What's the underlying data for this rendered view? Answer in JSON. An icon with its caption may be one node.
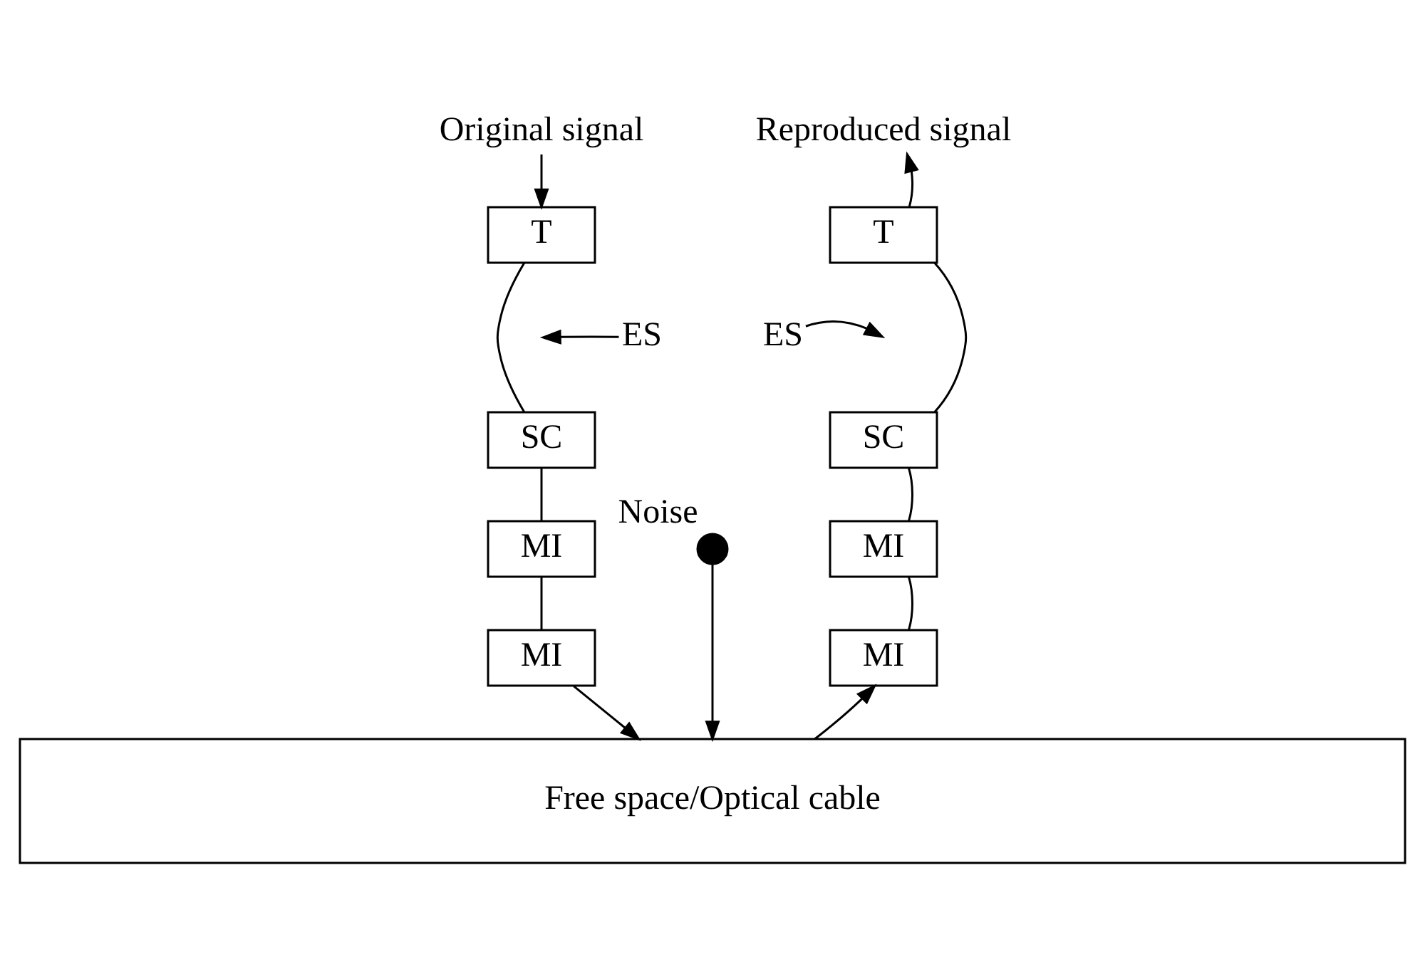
{
  "diagram": {
    "nodes": [
      {
        "text": [
          "Original signal"
        ]
      },
      {
        "text": [
          "T"
        ]
      },
      {
        "text": [
          "ES"
        ]
      },
      {
        "text": [
          "SC"
        ]
      },
      {
        "text": [
          "MI"
        ]
      },
      {
        "text": [
          "MI"
        ]
      },
      {
        "text": [
          "Free space/Optical cable"
        ]
      },
      {
        "text": [],
        "shape": "circle",
        "beside": [
          "Noise"
        ]
      },
      {
        "text": [
          "Reproduced signal"
        ]
      },
      {
        "text": [
          "T"
        ]
      },
      {
        "text": [
          "ES"
        ]
      },
      {
        "text": [
          "SC"
        ]
      },
      {
        "text": [
          "MI"
        ]
      },
      {
        "text": [
          "MI"
        ]
      }
    ],
    "edges": [
      {
        "from": 0,
        "to": 1,
        "arrow": "to"
      },
      {
        "from": 1,
        "to": 3,
        "arrow": "none"
      },
      {
        "from": 2,
        "to": null,
        "arrow": "to"
      },
      {
        "from": 3,
        "to": 4,
        "arrow": "none"
      },
      {
        "from": 4,
        "to": 5,
        "arrow": "none"
      },
      {
        "from": 5,
        "to": 6,
        "arrow": "to"
      },
      {
        "from": 7,
        "to": 6,
        "arrow": "to"
      },
      {
        "from": 6,
        "to": 13,
        "arrow": "to"
      },
      {
        "from": 13,
        "to": 12,
        "arrow": "none"
      },
      {
        "from": 12,
        "to": 11,
        "arrow": "none"
      },
      {
        "from": 11,
        "to": 9,
        "arrow": "none"
      },
      {
        "from": 10,
        "to": null,
        "arrow": "to"
      },
      {
        "from": 9,
        "to": 8,
        "arrow": "to"
      }
    ]
  }
}
